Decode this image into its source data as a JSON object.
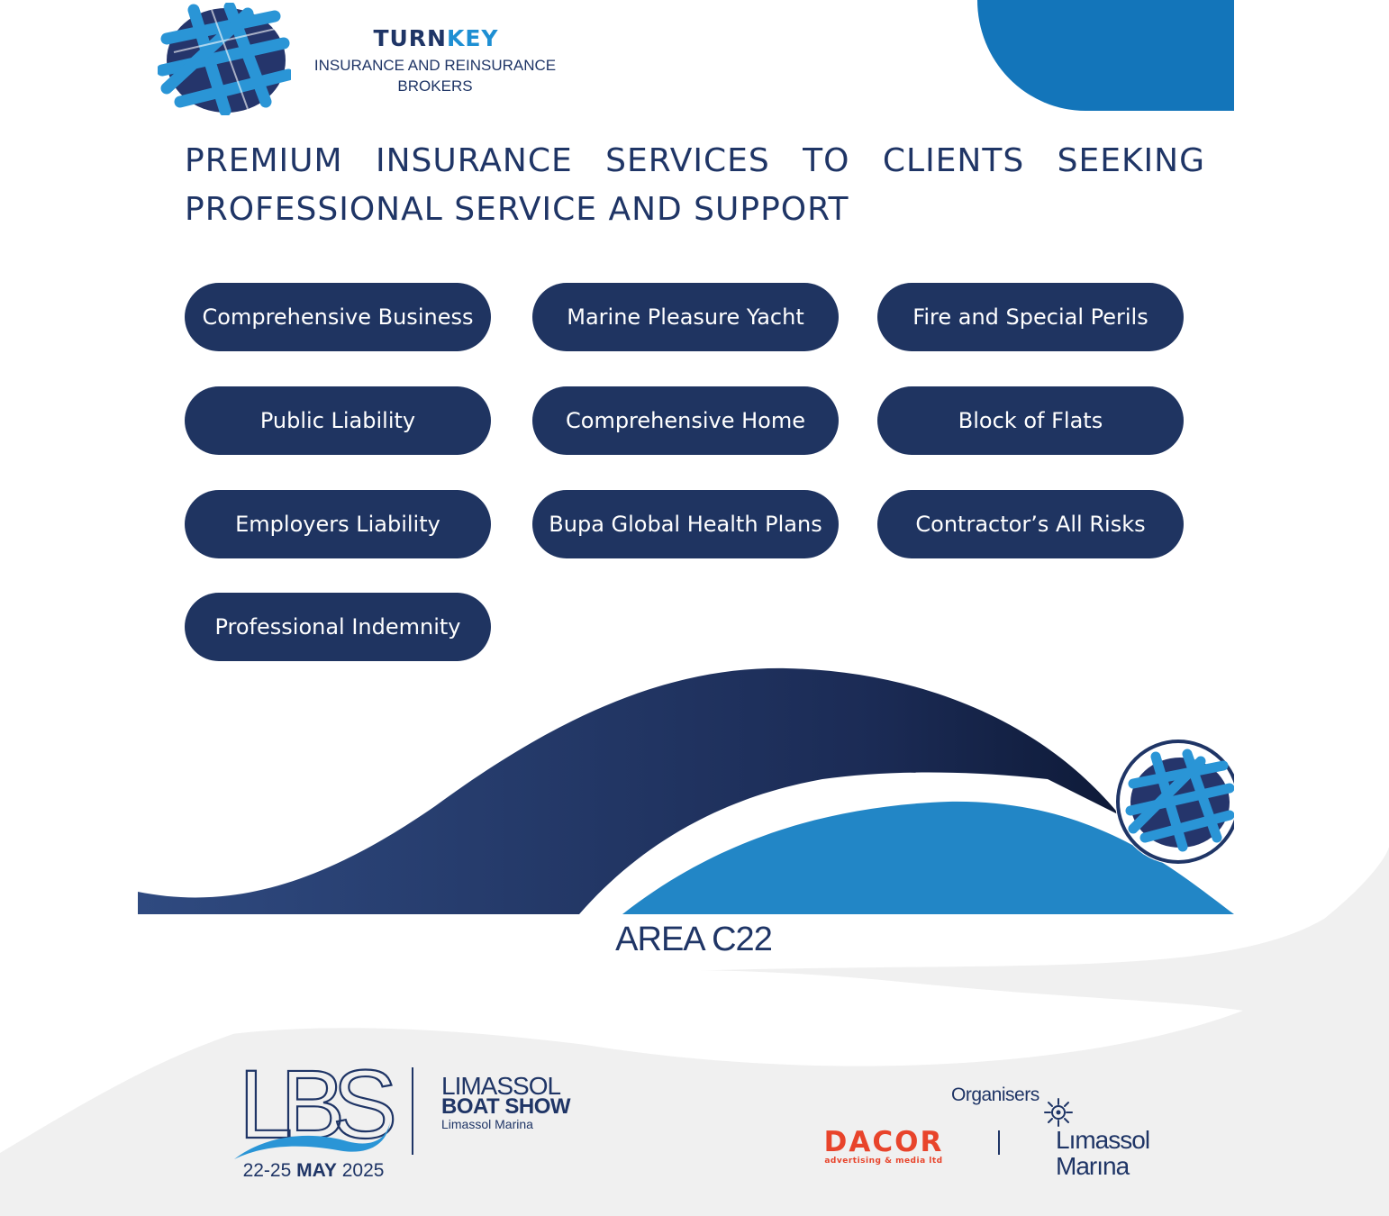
{
  "brand": {
    "name_part1": "TURN",
    "name_part2": "KEY",
    "subtitle_line1": "INSURANCE AND REINSURANCE",
    "subtitle_line2": "BROKERS"
  },
  "headline": {
    "line1": "PREMIUM INSURANCE SERVICES TO CLIENTS SEEKING",
    "line2": "PROFESSIONAL SERVICE AND SUPPORT"
  },
  "services": [
    "Comprehensive Business",
    "Marine Pleasure Yacht",
    "Fire and Special Perils",
    "Public Liability",
    "Comprehensive Home",
    "Block of Flats",
    "Employers Liability",
    "Bupa Global Health Plans",
    "Contractor’s All Risks",
    "Professional Indemnity"
  ],
  "area": "AREA C22",
  "event": {
    "logo_text": "LBS",
    "date_part1": "22-25",
    "date_part2": "MAY",
    "date_part3": "2025",
    "title_line1": "LIMASSOL",
    "title_line2": "BOAT SHOW",
    "title_line3": "Limassol Marina"
  },
  "organisers": {
    "label": "Organisers",
    "dacor_name": "DACOR",
    "dacor_tagline": "advertising & media ltd",
    "marina_line1": "Lımassol",
    "marina_line2": "Marına"
  },
  "colors": {
    "navy": "#1f3461",
    "brand_blue": "#1e8fd3",
    "corner_blue": "#1375ba",
    "dacor_red": "#e8442b",
    "bottom_grey": "#f0f0f0"
  },
  "icons": [
    "globe-logo-icon",
    "helm-icon"
  ]
}
